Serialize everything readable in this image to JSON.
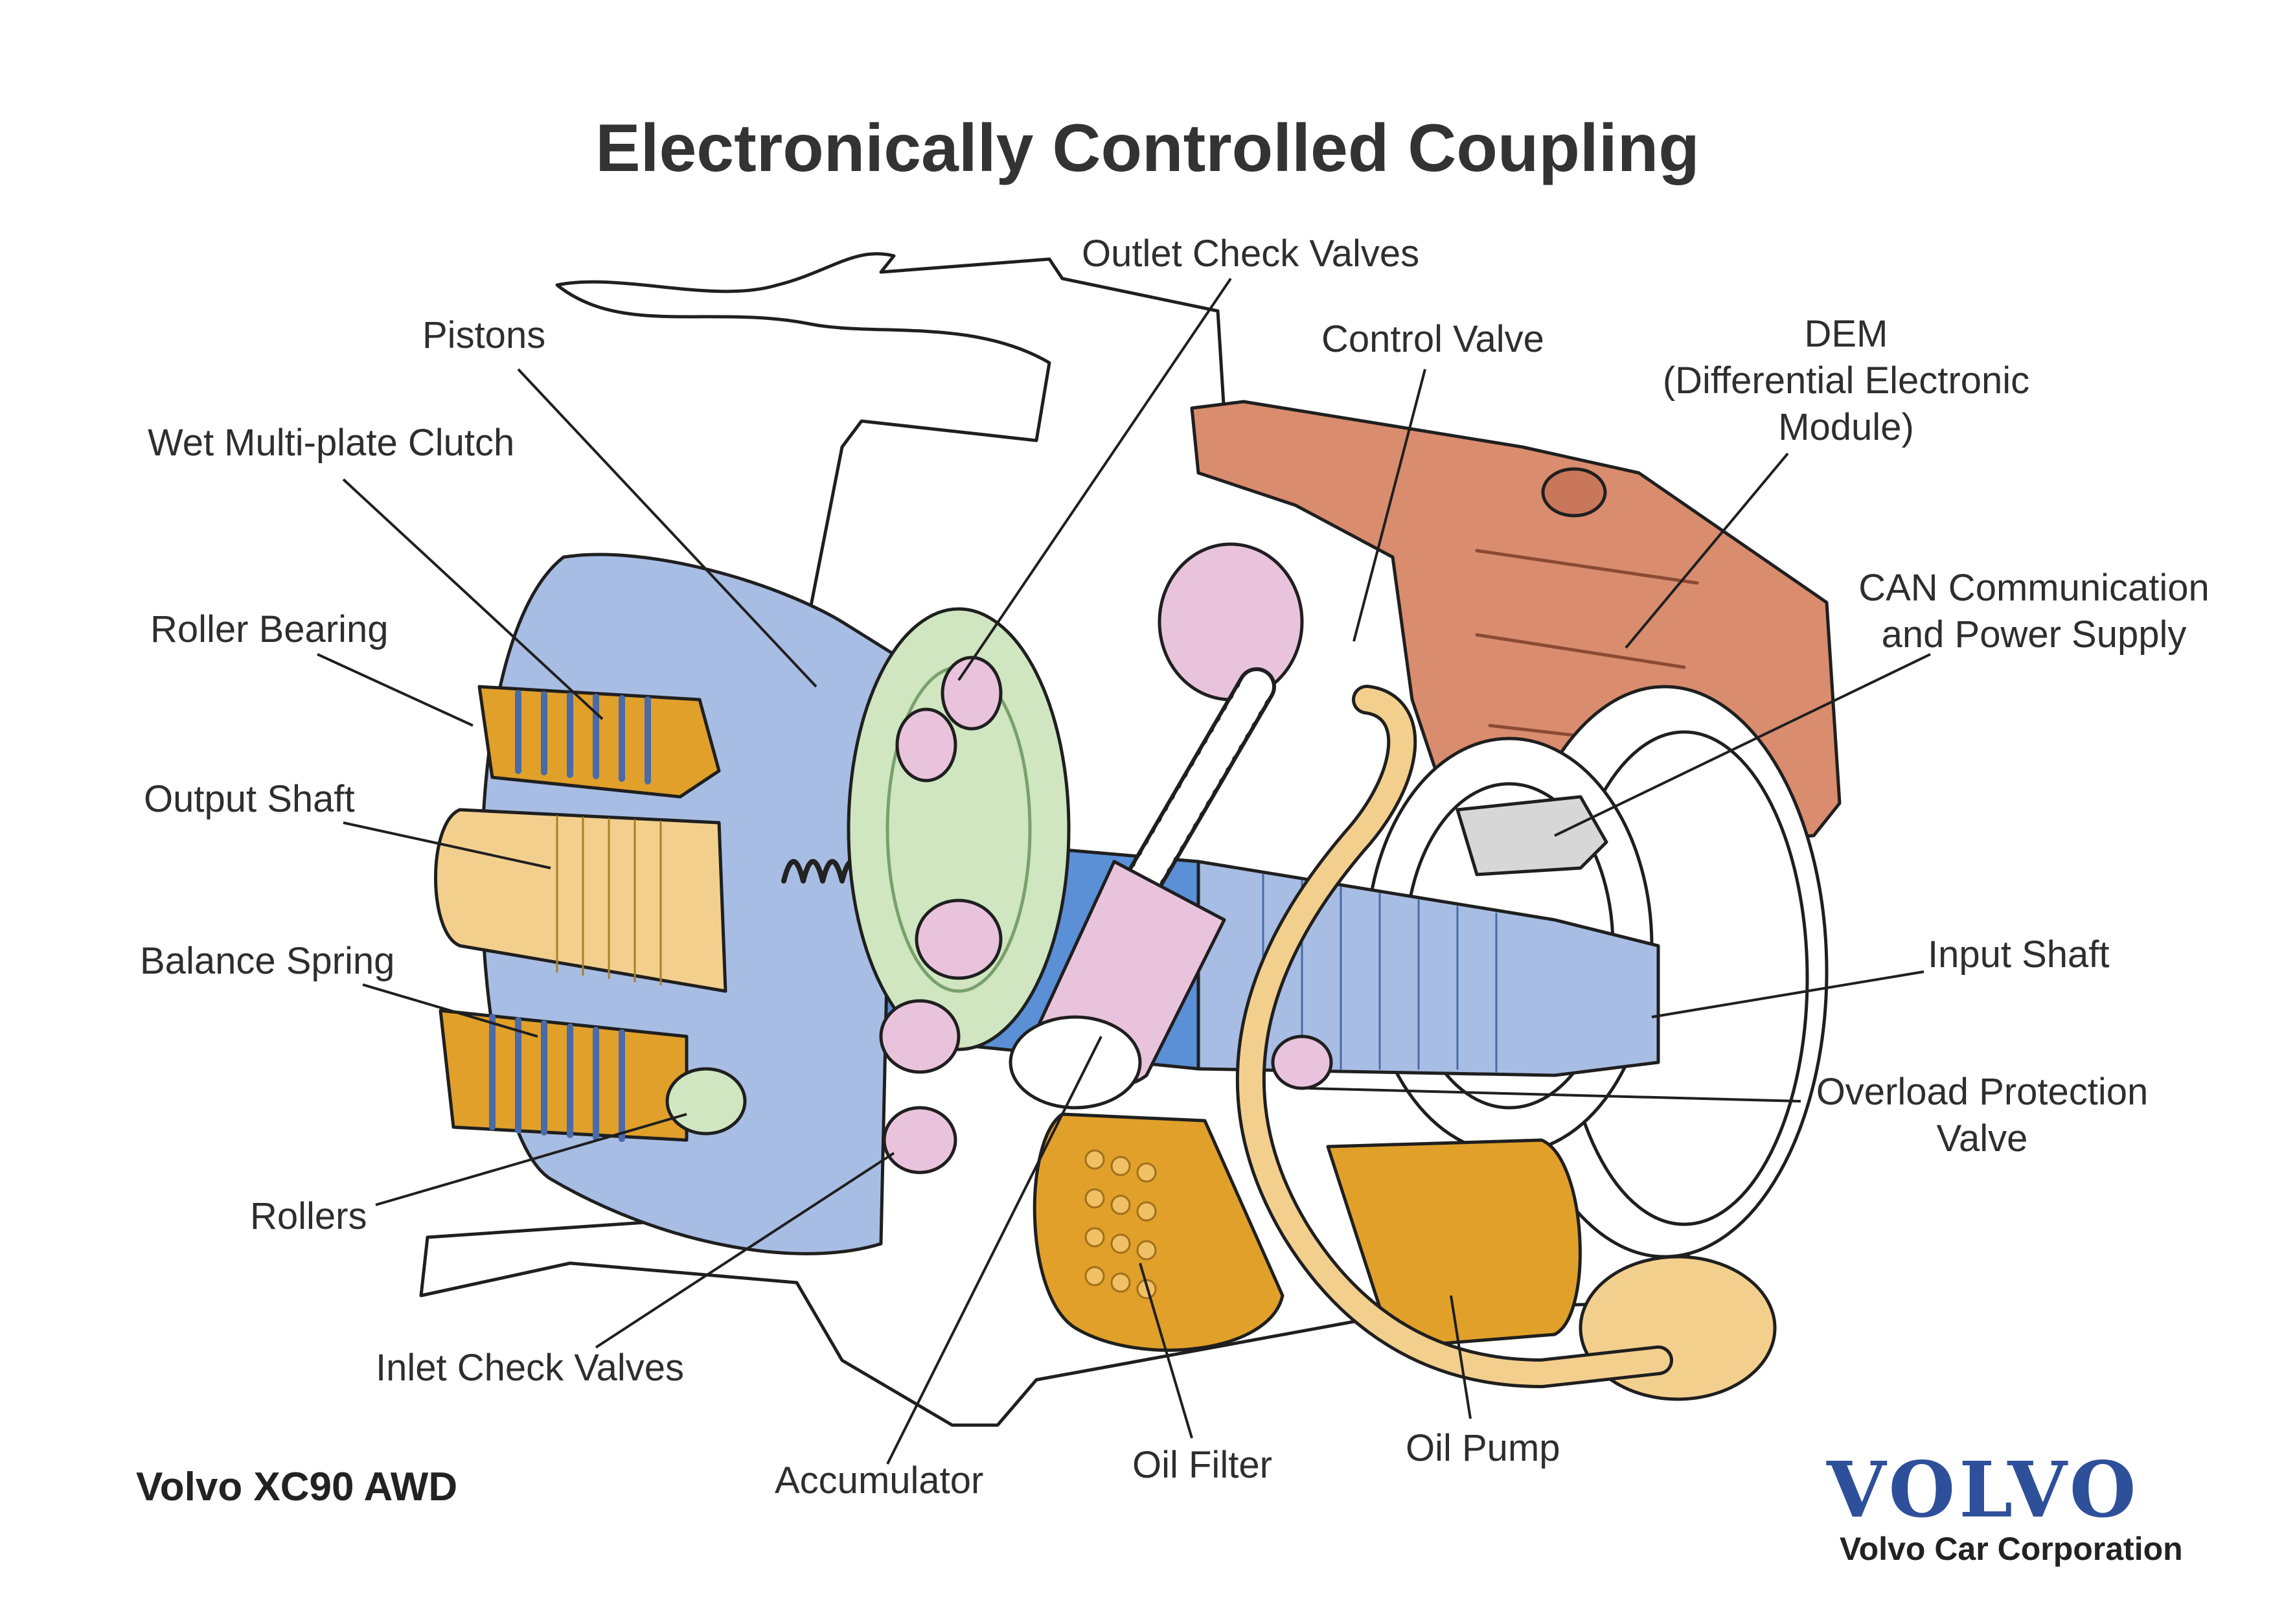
{
  "title": "Electronically Controlled Coupling",
  "labels": {
    "outlet_check_valves": "Outlet Check Valves",
    "pistons": "Pistons",
    "control_valve": "Control Valve",
    "dem_line1": "DEM",
    "dem_line2": "(Differential Electronic",
    "dem_line3": "Module)",
    "wet_multiplate_clutch": "Wet Multi-plate Clutch",
    "can_line1": "CAN Communication",
    "can_line2": "and Power Supply",
    "roller_bearing": "Roller Bearing",
    "output_shaft": "Output Shaft",
    "input_shaft": "Input Shaft",
    "balance_spring": "Balance Spring",
    "overload_line1": "Overload Protection",
    "overload_line2": "Valve",
    "rollers": "Rollers",
    "inlet_check_valves": "Inlet Check Valves",
    "accumulator": "Accumulator",
    "oil_filter": "Oil Filter",
    "oil_pump": "Oil Pump"
  },
  "footer": {
    "model": "Volvo XC90 AWD",
    "brand": "VOLVO",
    "company": "Volvo Car Corporation"
  },
  "colors": {
    "housing_blue": "#a8bde3",
    "shaft_blue": "#5b8fd6",
    "dem_orange": "#d98c6e",
    "gold": "#e0a02a",
    "tan": "#f3cf8e",
    "pink": "#e9c3dc",
    "green": "#cfe6c0",
    "brand_blue": "#2e4f9a"
  }
}
